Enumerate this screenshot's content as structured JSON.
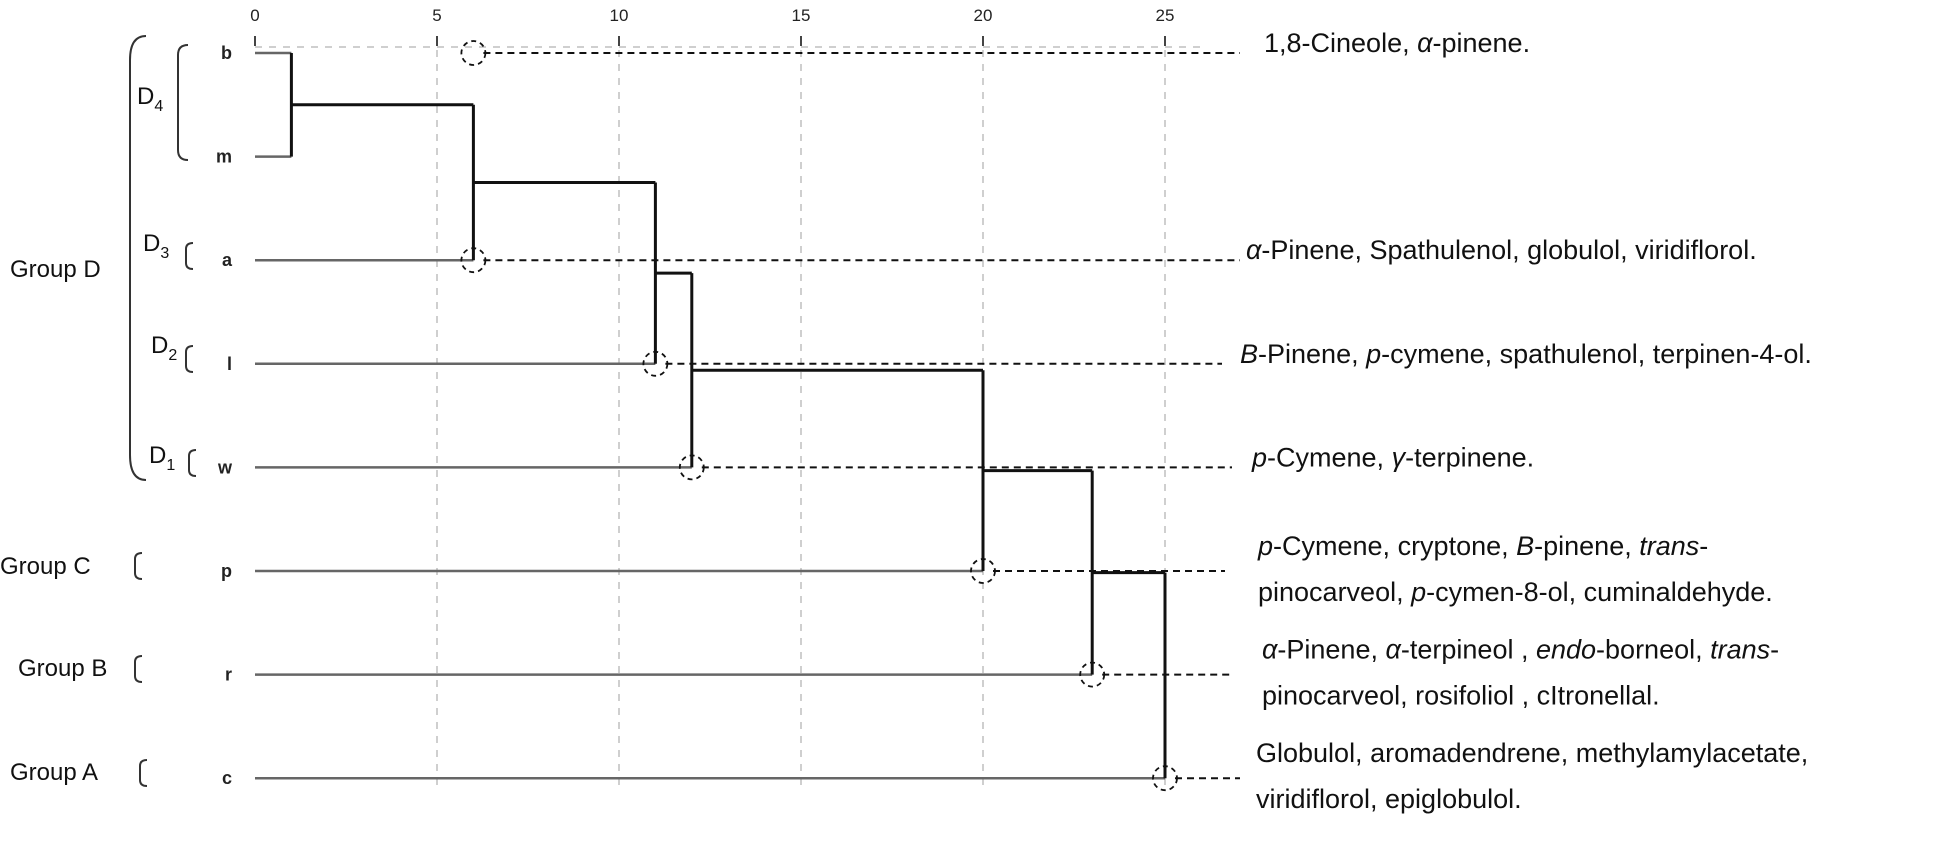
{
  "axis": {
    "ticks": [
      "0",
      "5",
      "10",
      "15",
      "20",
      "25"
    ],
    "values": [
      0,
      5,
      10,
      15,
      20,
      25
    ],
    "max": 26
  },
  "leaves": [
    {
      "id": "b",
      "label": "b"
    },
    {
      "id": "m",
      "label": "m"
    },
    {
      "id": "a",
      "label": "a"
    },
    {
      "id": "l",
      "label": "l"
    },
    {
      "id": "w",
      "label": "w"
    },
    {
      "id": "p",
      "label": "p"
    },
    {
      "id": "r",
      "label": "r"
    },
    {
      "id": "c",
      "label": "c"
    }
  ],
  "merges": [
    {
      "children": [
        "b",
        "m"
      ],
      "height": 1
    },
    {
      "children": [
        "bm",
        "a"
      ],
      "height": 6
    },
    {
      "children": [
        "bma",
        "l"
      ],
      "height": 11
    },
    {
      "children": [
        "bmal",
        "w"
      ],
      "height": 12
    },
    {
      "children": [
        "D",
        "p"
      ],
      "height": 20
    },
    {
      "children": [
        "DC",
        "r"
      ],
      "height": 23
    },
    {
      "children": [
        "DCB",
        "c"
      ],
      "height": 25
    }
  ],
  "cut_markers": [
    {
      "leaf": "b",
      "height": 6
    },
    {
      "leaf": "a",
      "height": 6
    },
    {
      "leaf": "l",
      "height": 11
    },
    {
      "leaf": "w",
      "height": 12
    },
    {
      "leaf": "p",
      "height": 20
    },
    {
      "leaf": "r",
      "height": 23
    },
    {
      "leaf": "c",
      "height": 25
    }
  ],
  "groups": {
    "group_d": "Group D",
    "group_c": "Group C",
    "group_b": "Group B",
    "group_a": "Group A",
    "d4": {
      "main": "D",
      "sub": "4"
    },
    "d3": {
      "main": "D",
      "sub": "3"
    },
    "d2": {
      "main": "D",
      "sub": "2"
    },
    "d1": {
      "main": "D",
      "sub": "1"
    }
  },
  "compounds": {
    "b": [
      [
        {
          "t": "1,8-Cineole, "
        },
        {
          "t": "α",
          "i": true
        },
        {
          "t": "-pinene."
        }
      ]
    ],
    "a": [
      [
        {
          "t": "α",
          "i": true
        },
        {
          "t": "-Pinene, Spathulenol, globulol, viridiflorol."
        }
      ]
    ],
    "l": [
      [
        {
          "t": "B",
          "i": true
        },
        {
          "t": "-Pinene, "
        },
        {
          "t": "p",
          "i": true
        },
        {
          "t": "-cymene, spathulenol, terpinen-4-ol."
        }
      ]
    ],
    "w": [
      [
        {
          "t": "p",
          "i": true
        },
        {
          "t": "-Cymene, "
        },
        {
          "t": "γ",
          "i": true
        },
        {
          "t": "-terpinene."
        }
      ]
    ],
    "p": [
      [
        {
          "t": "p",
          "i": true
        },
        {
          "t": "-Cymene, cryptone, "
        },
        {
          "t": "B",
          "i": true
        },
        {
          "t": "-pinene, "
        },
        {
          "t": "trans",
          "i": true
        },
        {
          "t": "-"
        }
      ],
      [
        {
          "t": "pinocarveol, "
        },
        {
          "t": "p",
          "i": true
        },
        {
          "t": "-cymen-8-ol, cuminaldehyde."
        }
      ]
    ],
    "r": [
      [
        {
          "t": "α",
          "i": true
        },
        {
          "t": "-Pinene, "
        },
        {
          "t": "α",
          "i": true
        },
        {
          "t": "-terpineol , "
        },
        {
          "t": "endo",
          "i": true
        },
        {
          "t": "-borneol, "
        },
        {
          "t": "trans",
          "i": true
        },
        {
          "t": "-"
        }
      ],
      [
        {
          "t": "pinocarveol, rosifoliol , cItronellal."
        }
      ]
    ],
    "c": [
      [
        {
          "t": "Globulol, aromadendrene, methylamylacetate,"
        }
      ],
      [
        {
          "t": "viridiflorol, epiglobulol."
        }
      ]
    ]
  }
}
